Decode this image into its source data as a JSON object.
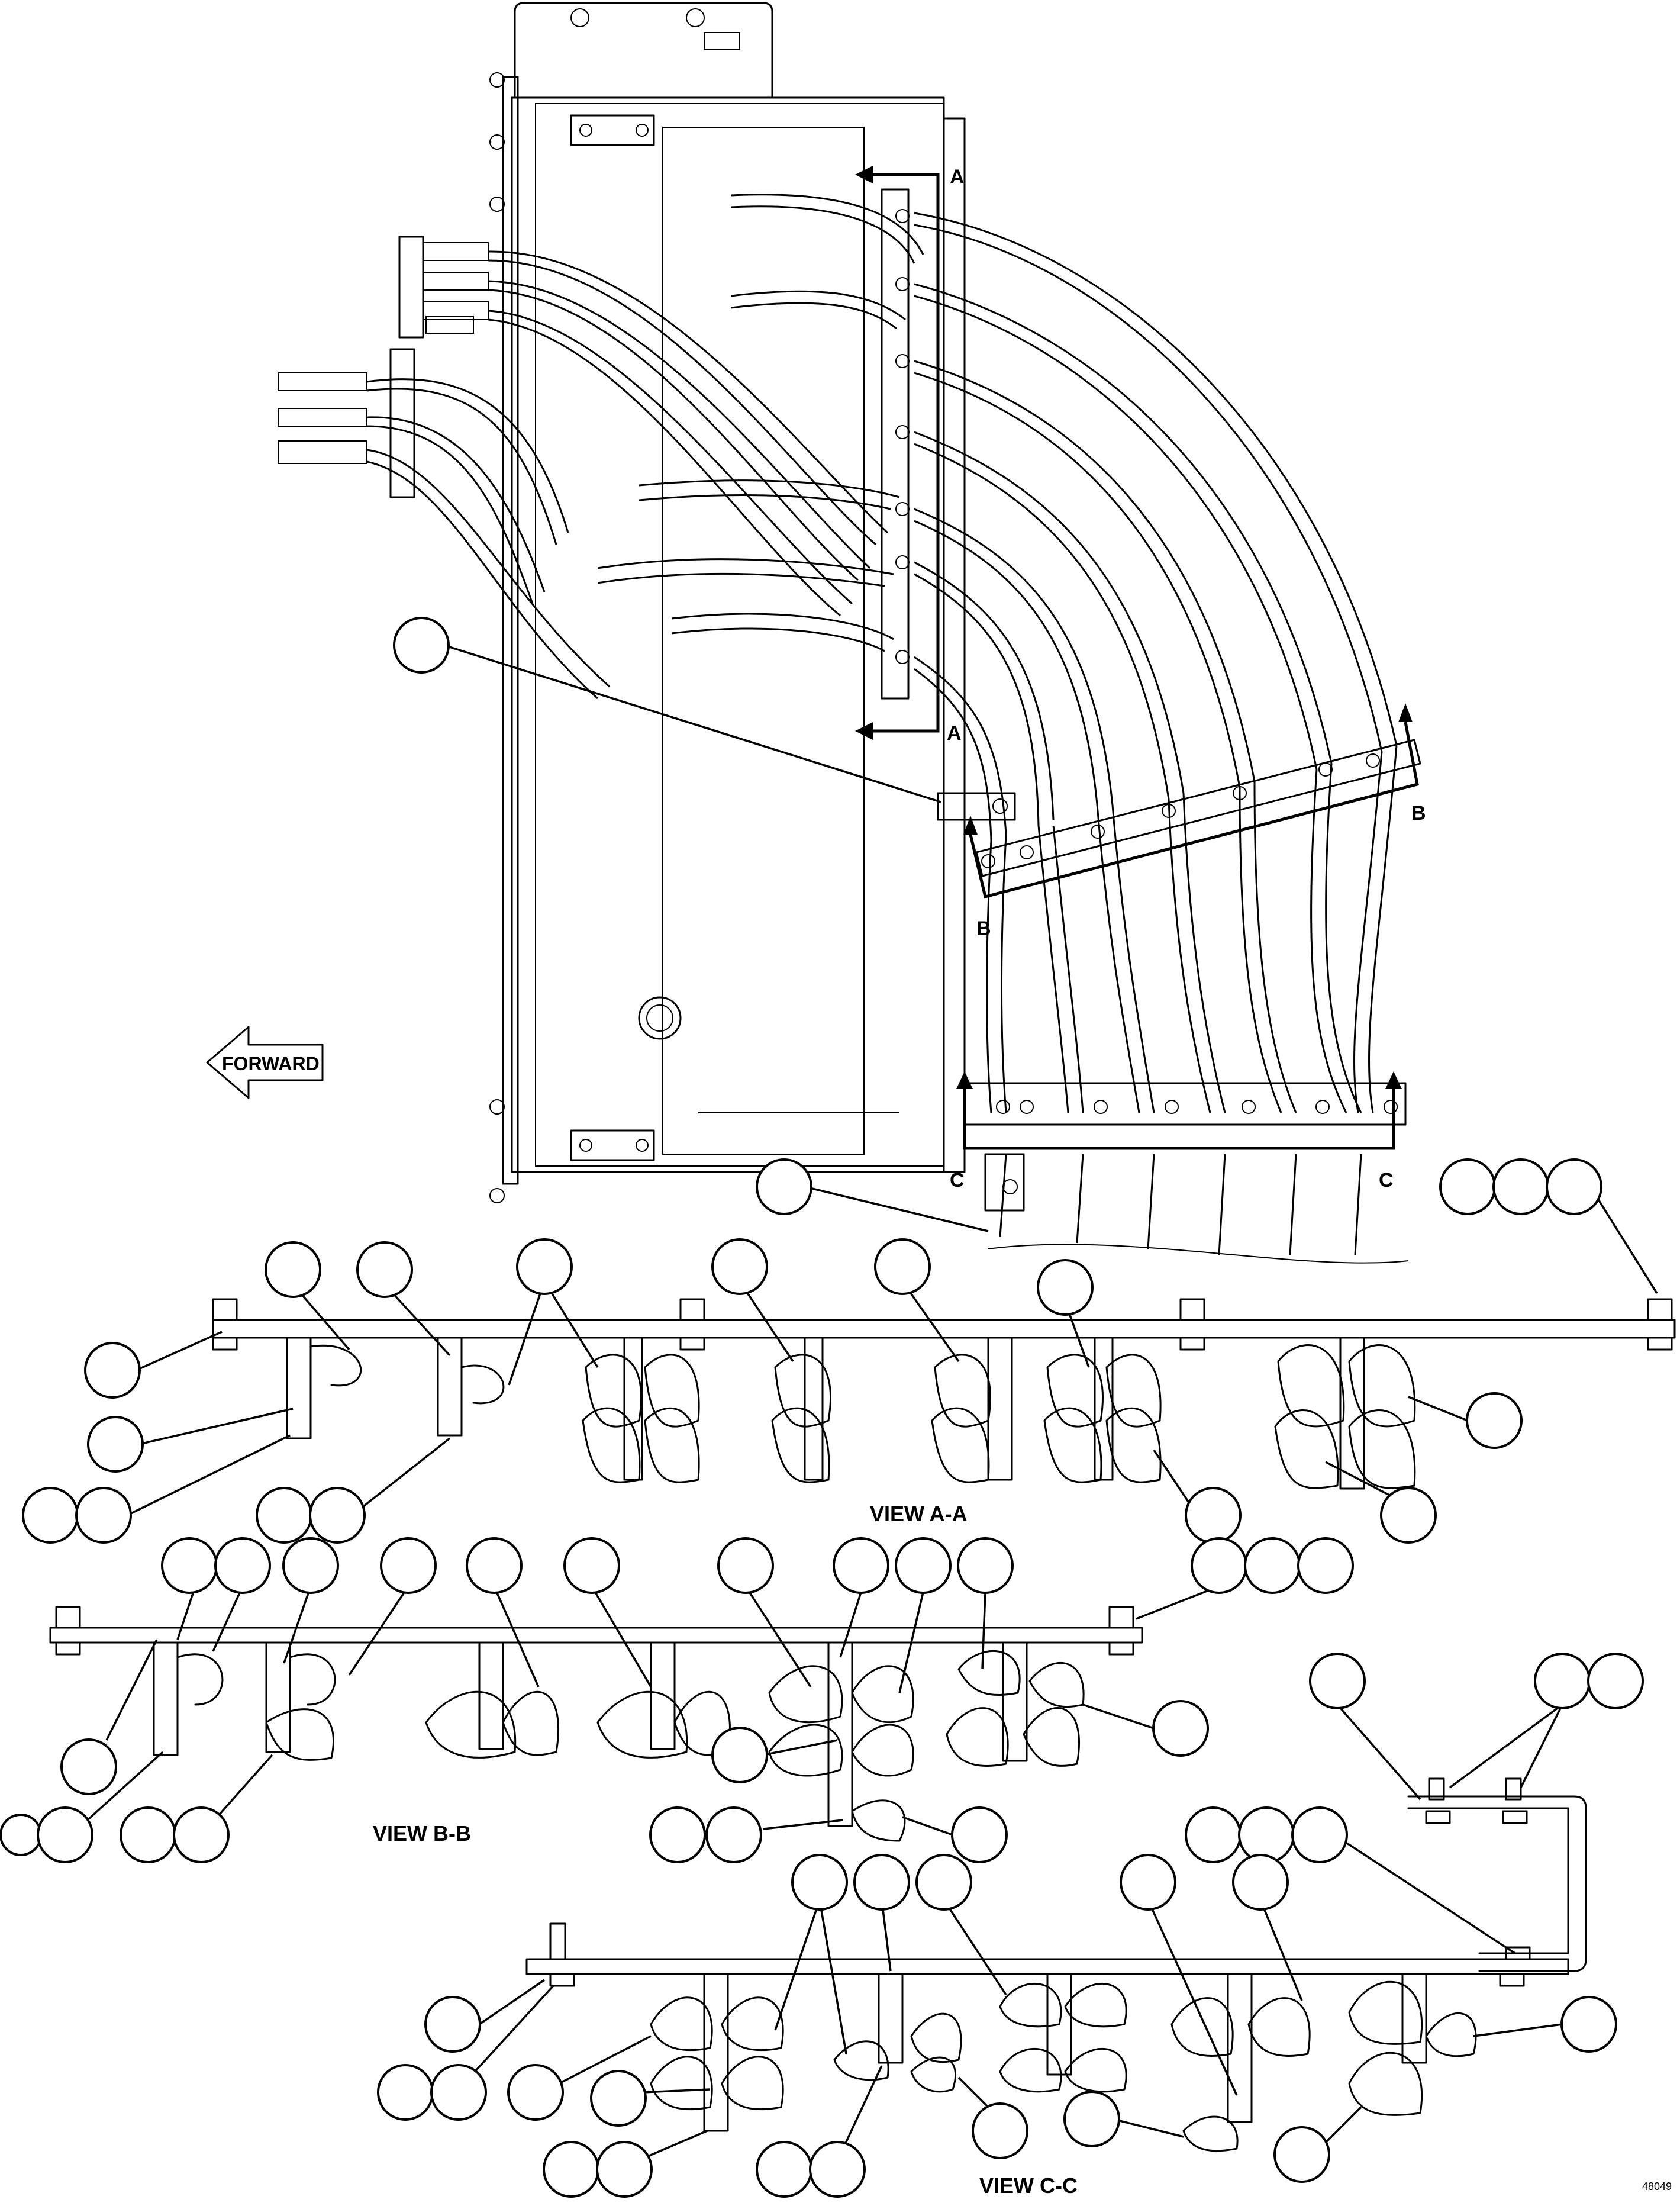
{
  "figure": {
    "forward_label": "FORWARD",
    "section_labels": {
      "a": "A",
      "b": "B",
      "c": "C"
    },
    "views": {
      "a": "VIEW A-A",
      "b": "VIEW B-B",
      "c": "VIEW C-C"
    },
    "figure_number": "48049"
  }
}
